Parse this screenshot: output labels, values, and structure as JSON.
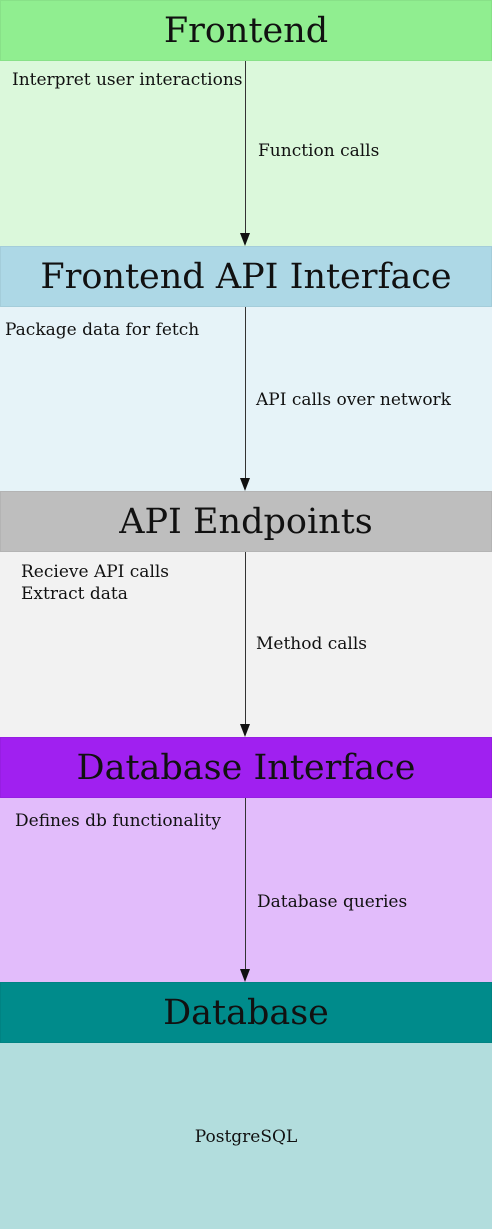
{
  "layers": [
    {
      "title": "Frontend",
      "notes": "Interpret user interactions",
      "header_color": "#90ee90",
      "body_color": "#dbf8db"
    },
    {
      "title": "Frontend API Interface",
      "notes": "Package data for fetch",
      "header_color": "#add8e6",
      "body_color": "#e6f3f8"
    },
    {
      "title": "API Endpoints",
      "notes": "Recieve API calls\nExtract data",
      "header_color": "#bebebe",
      "body_color": "#f2f2f2"
    },
    {
      "title": "Database Interface",
      "notes": "Defines db functionality",
      "header_color": "#a020f0",
      "body_color": "#e2bcfb"
    },
    {
      "title": "Database",
      "notes": "PostgreSQL",
      "header_color": "#008b8b",
      "body_color": "#b2dddd"
    }
  ],
  "edges": [
    {
      "label": "Function calls"
    },
    {
      "label": "API calls over network"
    },
    {
      "label": "Method calls"
    },
    {
      "label": "Database queries"
    }
  ]
}
